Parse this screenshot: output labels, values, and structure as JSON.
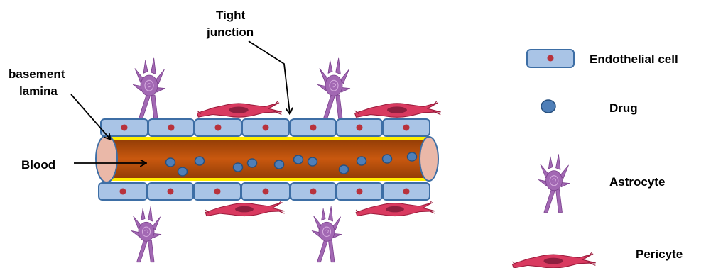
{
  "labels": {
    "tight_junction_line1": "Tight",
    "tight_junction_line2": "junction",
    "basement_lamina_line1": "basement",
    "basement_lamina_line2": "lamina",
    "blood": "Blood"
  },
  "legend": {
    "endothelial_cell": "Endothelial cell",
    "drug": "Drug",
    "astrocyte": "Astrocyte",
    "pericyte": "Pericyte"
  },
  "colors": {
    "endothelial_fill": "#a9c4e6",
    "endothelial_stroke": "#3d6ea5",
    "nucleus": "#b8323c",
    "blood": "#b5490a",
    "basement_lamina": "#ffee00",
    "drug_fill": "#4f7fb8",
    "drug_stroke": "#27507f",
    "astrocyte": "#a268b3",
    "pericyte": "#d93a60",
    "vessel_end": "#eab8a8"
  },
  "icons": {
    "endothelial": "endothelial-cell-icon",
    "drug": "drug-particle-icon",
    "astrocyte": "astrocyte-icon",
    "pericyte": "pericyte-icon"
  }
}
